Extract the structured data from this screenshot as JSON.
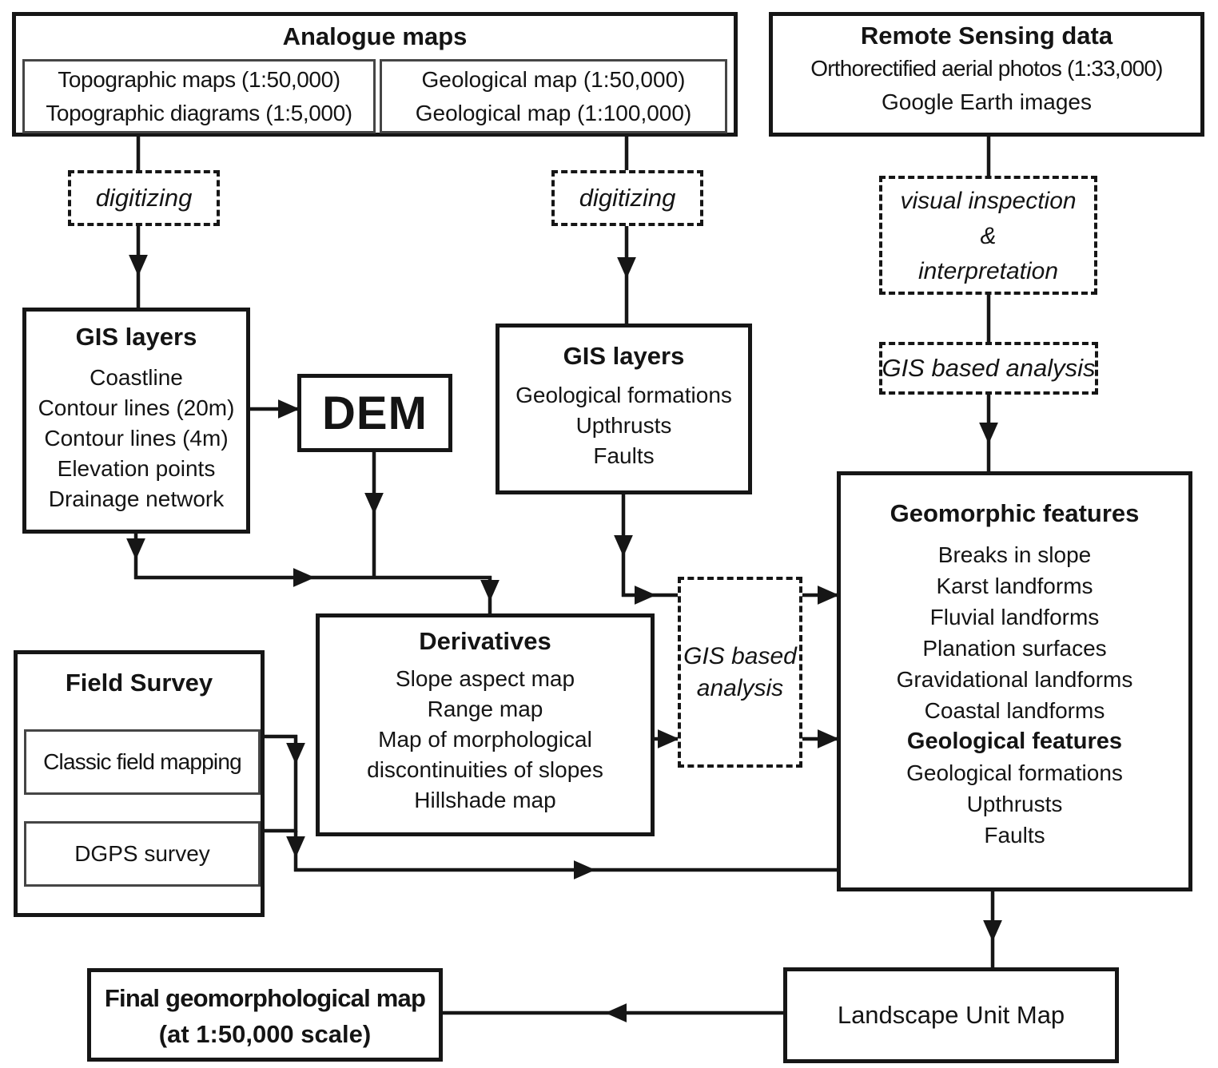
{
  "colors": {
    "ink": "#161616",
    "background": "#ffffff"
  },
  "boxes": {
    "analogue_maps": {
      "title": "Analogue maps",
      "topo_lines": [
        "Topographic maps (1:50,000)",
        "Topographic diagrams (1:5,000)"
      ],
      "geo_lines": [
        "Geological map (1:50,000)",
        "Geological map (1:100,000)"
      ]
    },
    "remote_sensing": {
      "title": "Remote Sensing data",
      "lines": [
        "Orthorectified aerial photos (1:33,000)",
        "Google Earth images"
      ]
    },
    "digitizing_left": {
      "label": "digitizing"
    },
    "digitizing_right": {
      "label": "digitizing"
    },
    "visual_inspection": {
      "lines": [
        "visual inspection",
        "&",
        "interpretation"
      ]
    },
    "gis_analysis_right": {
      "label": "GIS based analysis"
    },
    "gis_layers_left": {
      "title": "GIS layers",
      "items": [
        "Coastline",
        "Contour lines (20m)",
        "Contour lines (4m)",
        "Elevation points",
        "Drainage network"
      ]
    },
    "dem": {
      "label": "DEM"
    },
    "gis_layers_middle": {
      "title": "GIS layers",
      "items": [
        "Geological formations",
        "Upthrusts",
        "Faults"
      ]
    },
    "derivatives": {
      "title": "Derivatives",
      "items": [
        "Slope aspect map",
        "Range map",
        "Map of morphological discontinuities of slopes",
        "Hillshade map"
      ]
    },
    "gis_analysis_middle": {
      "label": "GIS based analysis"
    },
    "geomorphic_features": {
      "title": "Geomorphic features",
      "items": [
        "Breaks in slope",
        "Karst landforms",
        "Fluvial landforms",
        "Planation surfaces",
        "Gravidational landforms",
        "Coastal landforms"
      ],
      "subtitle": "Geological features",
      "items2": [
        "Geological formations",
        "Upthrusts",
        "Faults"
      ]
    },
    "field_survey": {
      "title": "Field Survey",
      "items": [
        "Classic field mapping",
        "DGPS survey"
      ]
    },
    "landscape_unit_map": {
      "label": "Landscape Unit Map"
    },
    "final_map": {
      "lines": [
        "Final geomorphological map",
        "(at 1:50,000 scale)"
      ]
    }
  }
}
